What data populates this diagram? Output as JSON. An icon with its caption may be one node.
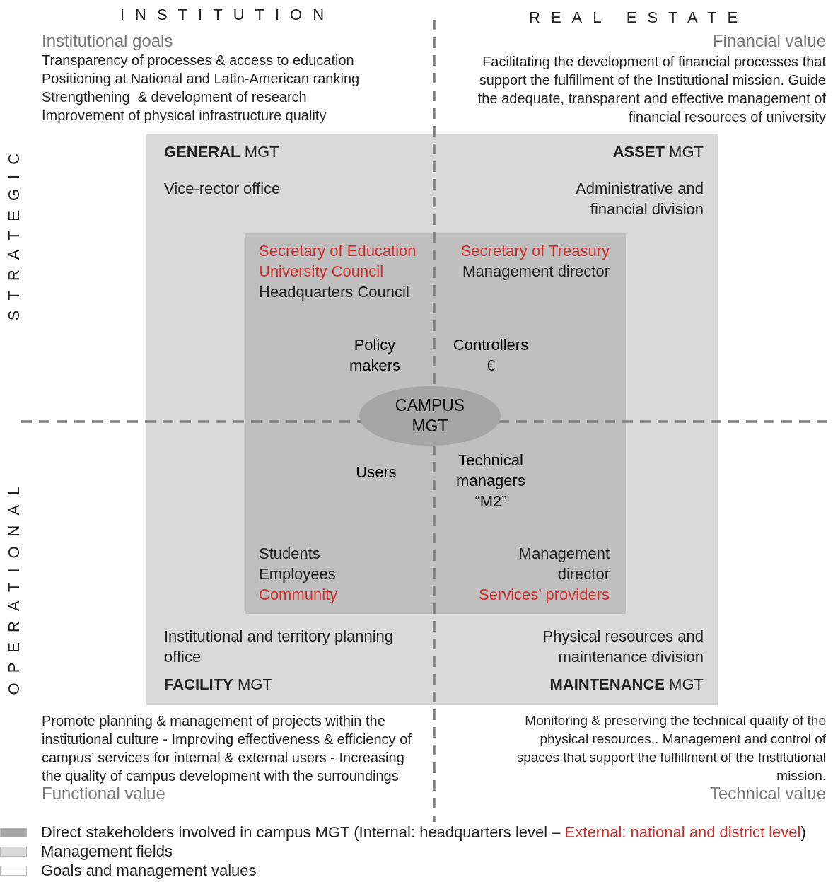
{
  "diagram": {
    "nodes": [
      {
        "text": [
          "**GENERAL** MGT",
          "Vice-rector office",
          "**ASSET** MGT",
          "Administrative and financial division",
          "Institutional and territory planning office",
          "**FACILITY** MGT",
          "Physical resources and maintenance division",
          "**MAINTENANCE** MGT"
        ]
      },
      {
        "text": [
          "Secretary of Education",
          "University Council",
          "Headquarters Council",
          "Secretary of Treasury",
          "Management director",
          "Policy makers",
          "Controllers €",
          "Users",
          "Technical managers “M2”",
          "Students",
          "Employees",
          "Community",
          "Management director",
          "Services’ providers"
        ],
        "in": 0
      },
      {
        "text": [
          "CAMPUS MGT"
        ],
        "in": 1
      }
    ],
    "edges": [],
    "labels": [
      "INSTITUTION",
      "REAL ESTATE",
      "Institutional goals",
      "Transparency of processes & access to education",
      "Positioning at National and Latin-American ranking",
      "Strengthening  & development of research",
      "Improvement of physical infrastructure quality",
      "Financial value",
      "Facilitating the development of financial processes that support the fulfillment of the Institutional mission. Guide the adequate, transparent and effective management of financial resources of university",
      "STRATEGIC",
      "OPERATIONAL",
      "Promote planning & management of projects within the institutional culture - Improving effectiveness & efficiency of campus’ services for internal & external users - Increasing the quality of campus development with the surroundings",
      "Monitoring & preserving the technical quality of the physical resources,. Management and control of spaces that support the fulfillment of the Institutional mission.",
      "Functional value",
      "Technical value"
    ],
    "legend": [
      {
        "text": "Direct stakeholders involved in campus MGT (Internal: headquarters level – External: national and district level)",
        "color": "#a6a6a6"
      },
      {
        "text": "Management fields",
        "color": "#d9d9d9"
      },
      {
        "text": "Goals and management values",
        "color": "#ffffff"
      }
    ]
  }
}
